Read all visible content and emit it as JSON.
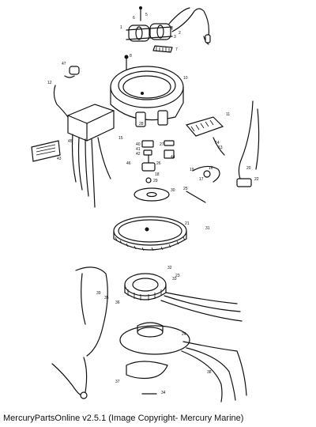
{
  "caption": "MercuryPartsOnline v2.5.1 (Image Copyright- Mercury Marine)",
  "callouts": {
    "c1": "1",
    "c2": "2",
    "c3": "3",
    "c4": "4",
    "c5": "5",
    "c6": "6",
    "c7": "7",
    "c8": "8",
    "c10": "10",
    "c11": "11",
    "c12": "12",
    "c13": "13",
    "c14": "14",
    "c15": "15",
    "c16": "16",
    "c17": "17",
    "c18": "18",
    "c19": "19",
    "c20": "20",
    "c21": "21",
    "c22": "22",
    "c23": "23",
    "c24": "24",
    "c25": "25",
    "c26": "26",
    "c27": "27",
    "c28": "28",
    "c29": "29",
    "c30": "30",
    "c31": "31",
    "c32": "32",
    "c33": "33",
    "c34": "34",
    "c35": "35",
    "c36": "36",
    "c37": "37",
    "c38": "38",
    "c39": "39",
    "c40": "40",
    "c41": "41",
    "c42": "42",
    "c43": "43",
    "c44": "44",
    "c45": "45",
    "c46": "46",
    "c47": "47"
  }
}
